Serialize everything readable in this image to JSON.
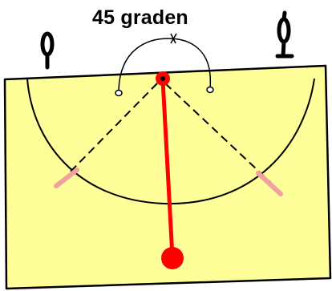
{
  "diagram": {
    "label": "45 graden"
  },
  "colors": {
    "board_fill": "#ffff99",
    "outline": "#000000",
    "string": "#ff0000",
    "marker": "#f4a0a0"
  },
  "elements": {
    "hooks": [
      "hook-left-icon",
      "hook-right-icon"
    ],
    "pendulum": "pendulum-bob",
    "pivot": "pivot-point"
  }
}
